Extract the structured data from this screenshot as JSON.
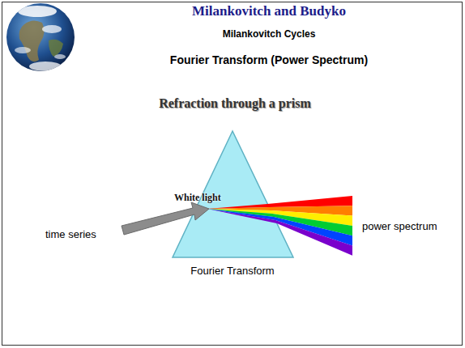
{
  "diagram": {
    "title": "Milankovitch and Budyko",
    "labels": [
      "Milankovitch Cycles",
      "Fourier Transform (Power Spectrum)",
      "Refraction through a prism",
      "White light",
      "time series",
      "power spectrum",
      "Fourier Transform"
    ]
  }
}
